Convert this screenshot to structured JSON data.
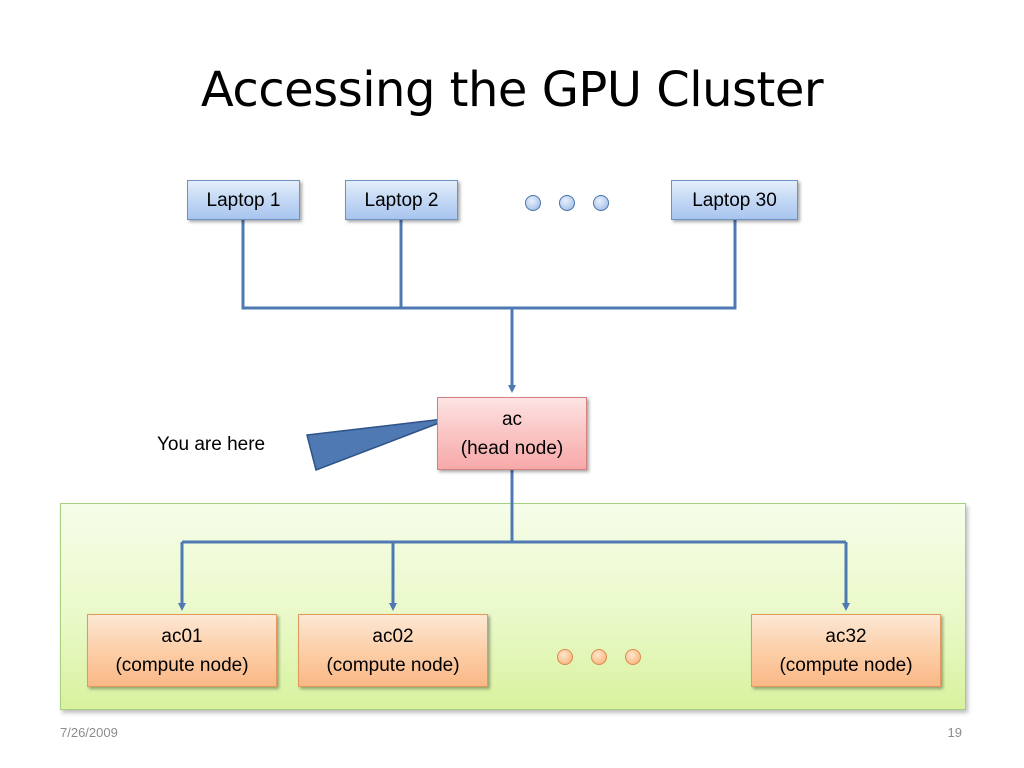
{
  "slide": {
    "title": "Accessing the GPU Cluster",
    "date": "7/26/2009",
    "page_number": "19"
  },
  "diagram": {
    "laptops": [
      "Laptop 1",
      "Laptop 2",
      "Laptop 30"
    ],
    "head_node": {
      "name": "ac",
      "role": "(head node)"
    },
    "compute_nodes": [
      {
        "name": "ac01",
        "role": "(compute node)"
      },
      {
        "name": "ac02",
        "role": "(compute node)"
      },
      {
        "name": "ac32",
        "role": "(compute node)"
      }
    ],
    "callout": "You are here"
  },
  "colors": {
    "connector": "#4f79b3",
    "laptop_fill": "#c3d8f4",
    "head_fill": "#fac4c4",
    "compute_fill": "#fccfa8",
    "cluster_region_fill": "#eaf9c9"
  }
}
